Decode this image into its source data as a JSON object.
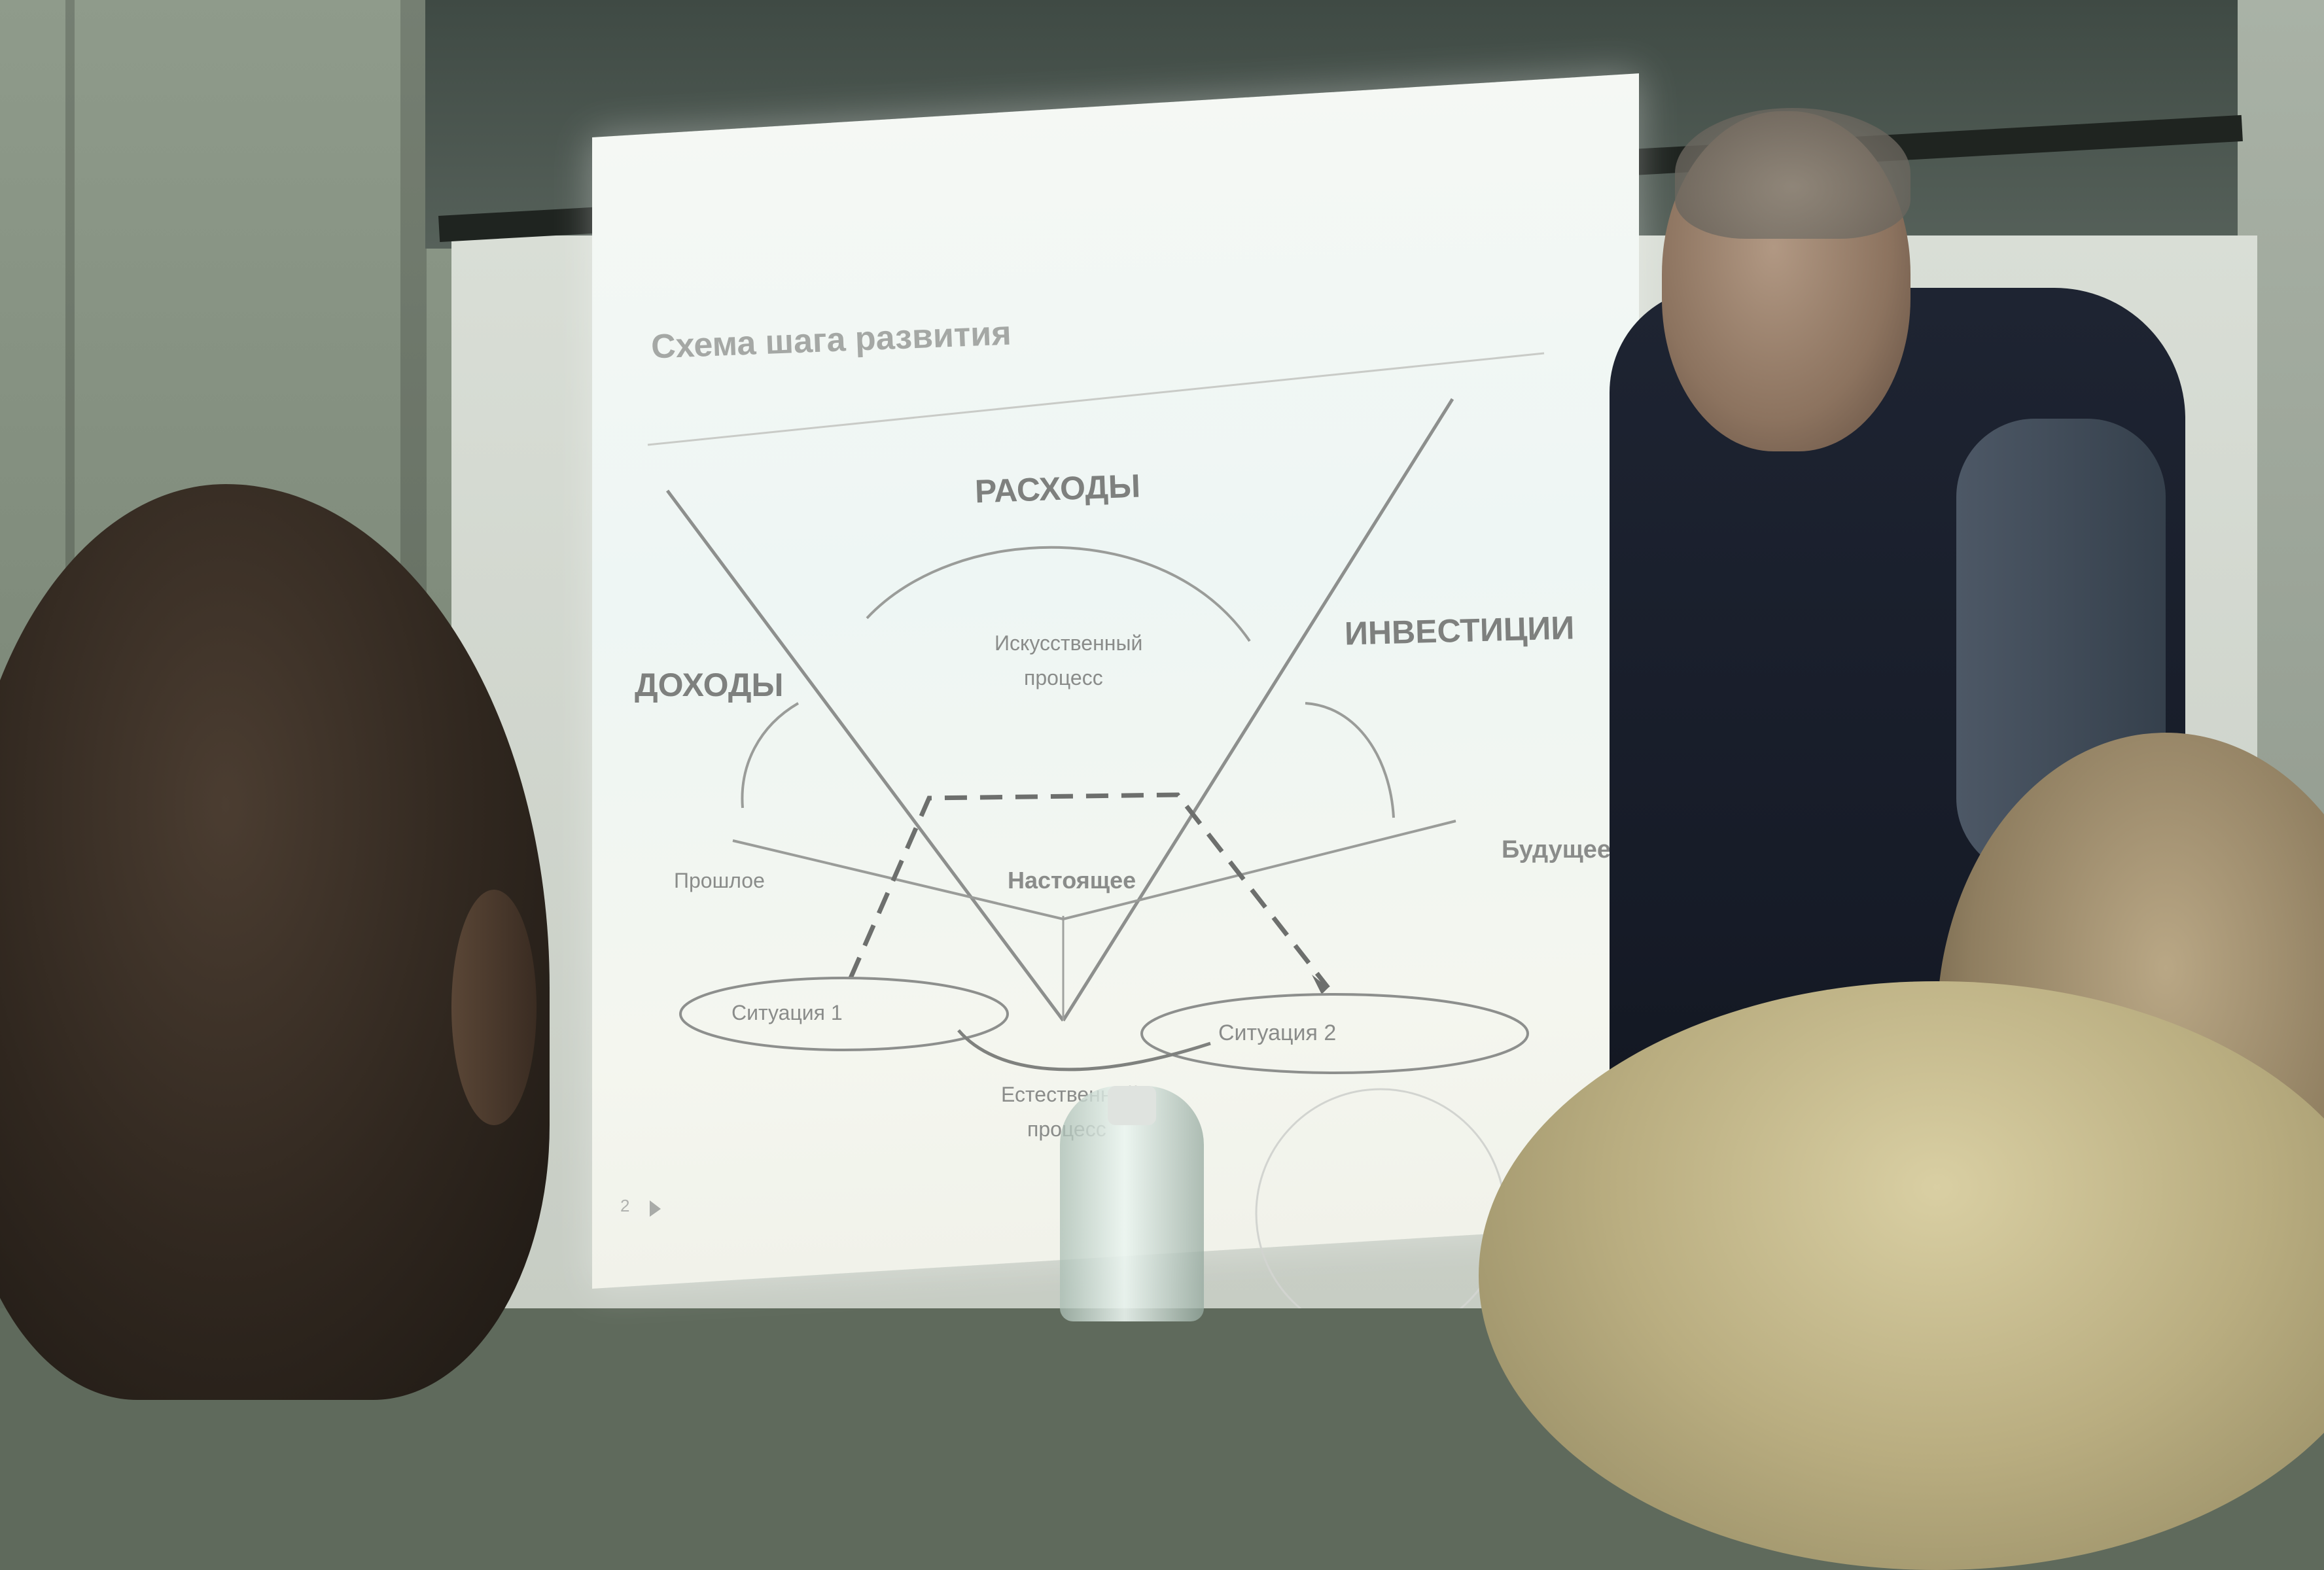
{
  "slide": {
    "title": "Схема шага развития",
    "expenses": "РАСХОДЫ",
    "income": "ДОХОДЫ",
    "investments": "ИНВЕСТИЦИИ",
    "artificial_process_line1": "Искусственный",
    "artificial_process_line2": "процесс",
    "past": "Прошлое",
    "present": "Настоящее",
    "future": "Будущее",
    "situation1": "Ситуация 1",
    "situation2": "Ситуация 2",
    "natural_process_line1": "Естественный",
    "natural_process_line2": "процесс",
    "page_number": "2"
  }
}
